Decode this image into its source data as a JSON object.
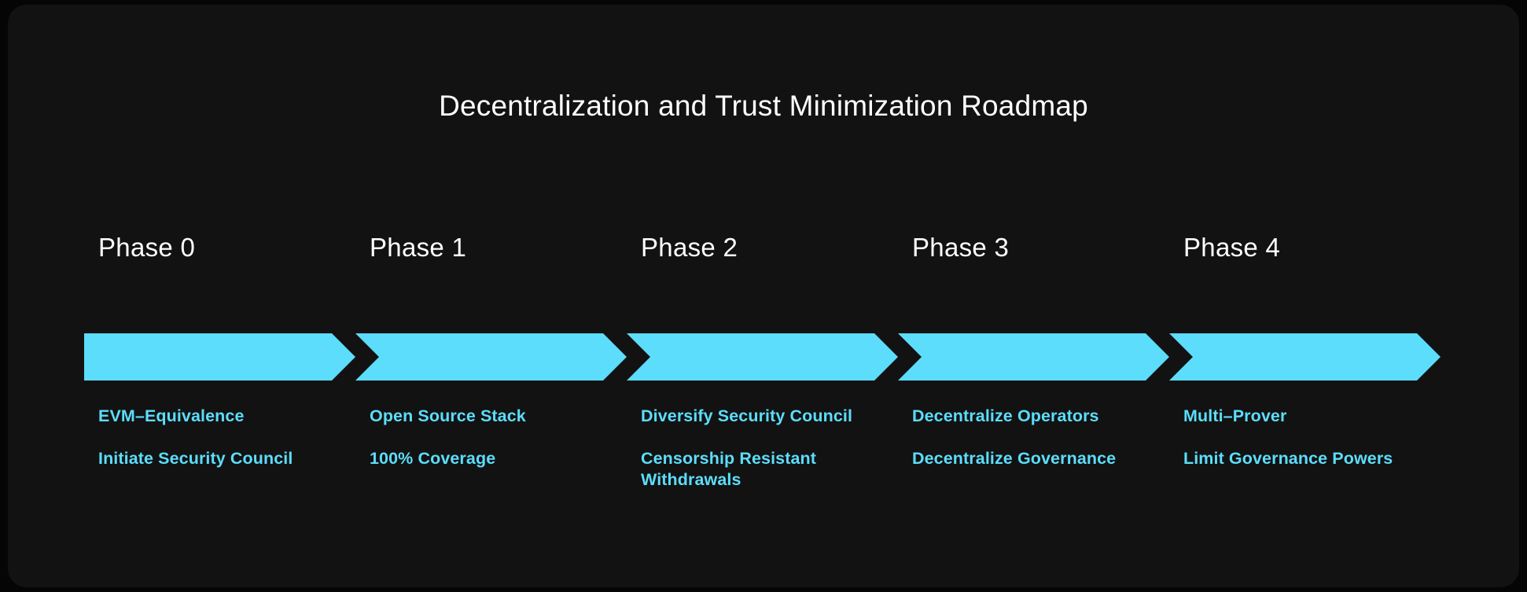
{
  "panel": {
    "background_color": "#121212",
    "accent_color": "#5CDDFB",
    "title_color": "#FFFFFF"
  },
  "title": "Decentralization and Trust Minimization Roadmap",
  "phases": [
    {
      "label": "Phase 0",
      "items": [
        "EVM–Equivalence",
        "Initiate Security Council"
      ]
    },
    {
      "label": "Phase 1",
      "items": [
        "Open Source Stack",
        "100% Coverage"
      ]
    },
    {
      "label": "Phase 2",
      "items": [
        "Diversify Security Council",
        "Censorship Resistant Withdrawals"
      ]
    },
    {
      "label": "Phase 3",
      "items": [
        "Decentralize Operators",
        "Decentralize Governance"
      ]
    },
    {
      "label": "Phase 4",
      "items": [
        "Multi–Prover",
        "Limit Governance Powers"
      ]
    }
  ]
}
